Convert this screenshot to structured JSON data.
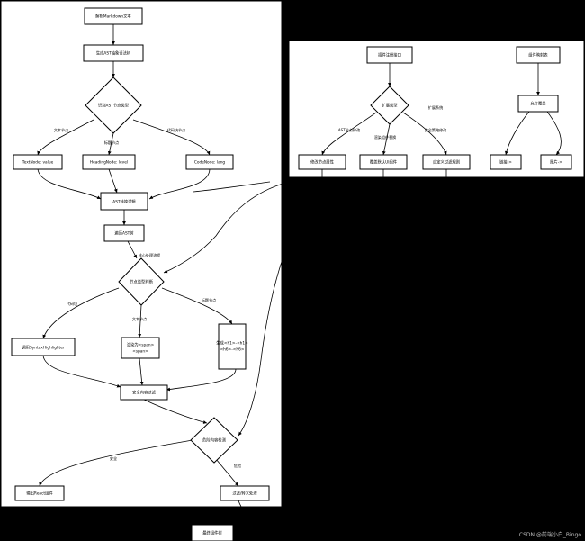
{
  "main_flow": {
    "parse": "解析Markdown文本",
    "gen_ast": "生成AST抽象语法树",
    "node_type_decision": "识别AST节点类型",
    "text_node": "TextNode: value",
    "heading_node": "HeadingNode: level",
    "code_node": "CodeNode: lang",
    "ast_transform": "AST转换逻辑",
    "traverse": "遍历AST树",
    "node_type_check": "节点类型判断",
    "syntax_highlighter": "调用SyntaxHighlighter",
    "wrap_span": [
      "渲染为<span>",
      "<span>"
    ],
    "gen_heading": [
      "生成<h1>-<h1>",
      "<h6>-<h6>"
    ],
    "safe_filter": "安全内容过滤",
    "xss_check": "危险内容检测",
    "output_react": "输出React组件",
    "filter_tag": "过滤/转义处理",
    "final": "最终组件树"
  },
  "edge_labels": {
    "text_node": "文本节点",
    "heading_node": "标题节点",
    "code_node": "代码块节点",
    "core_flow": "核心处理流程",
    "code_block": "代码块",
    "text_node_2": "文本节点",
    "heading_node_2": "标题节点",
    "safe": "安全",
    "danger": "危险"
  },
  "plugin_system": {
    "register": "插件注册接口",
    "ext_type": "扩展类型",
    "ext_system": "扩展系统",
    "ast_edge": "AST节点修改",
    "ui_edge": "渲染组件替换",
    "security_edge": "安全策略修改",
    "modify_attr": "修改节点属性",
    "replace_ui": "覆盖默认UI组件",
    "custom_filter": "自定义过滤规则"
  },
  "mapping": {
    "title": "组件映射表",
    "default": "允许覆盖",
    "link": "链接-&gt;",
    "image": "图片-&gt;"
  },
  "watermark": "CSDN @前端小白_Bingo",
  "colors": {
    "background": "#000000",
    "panel": "#ffffff",
    "stroke": "#000000"
  }
}
